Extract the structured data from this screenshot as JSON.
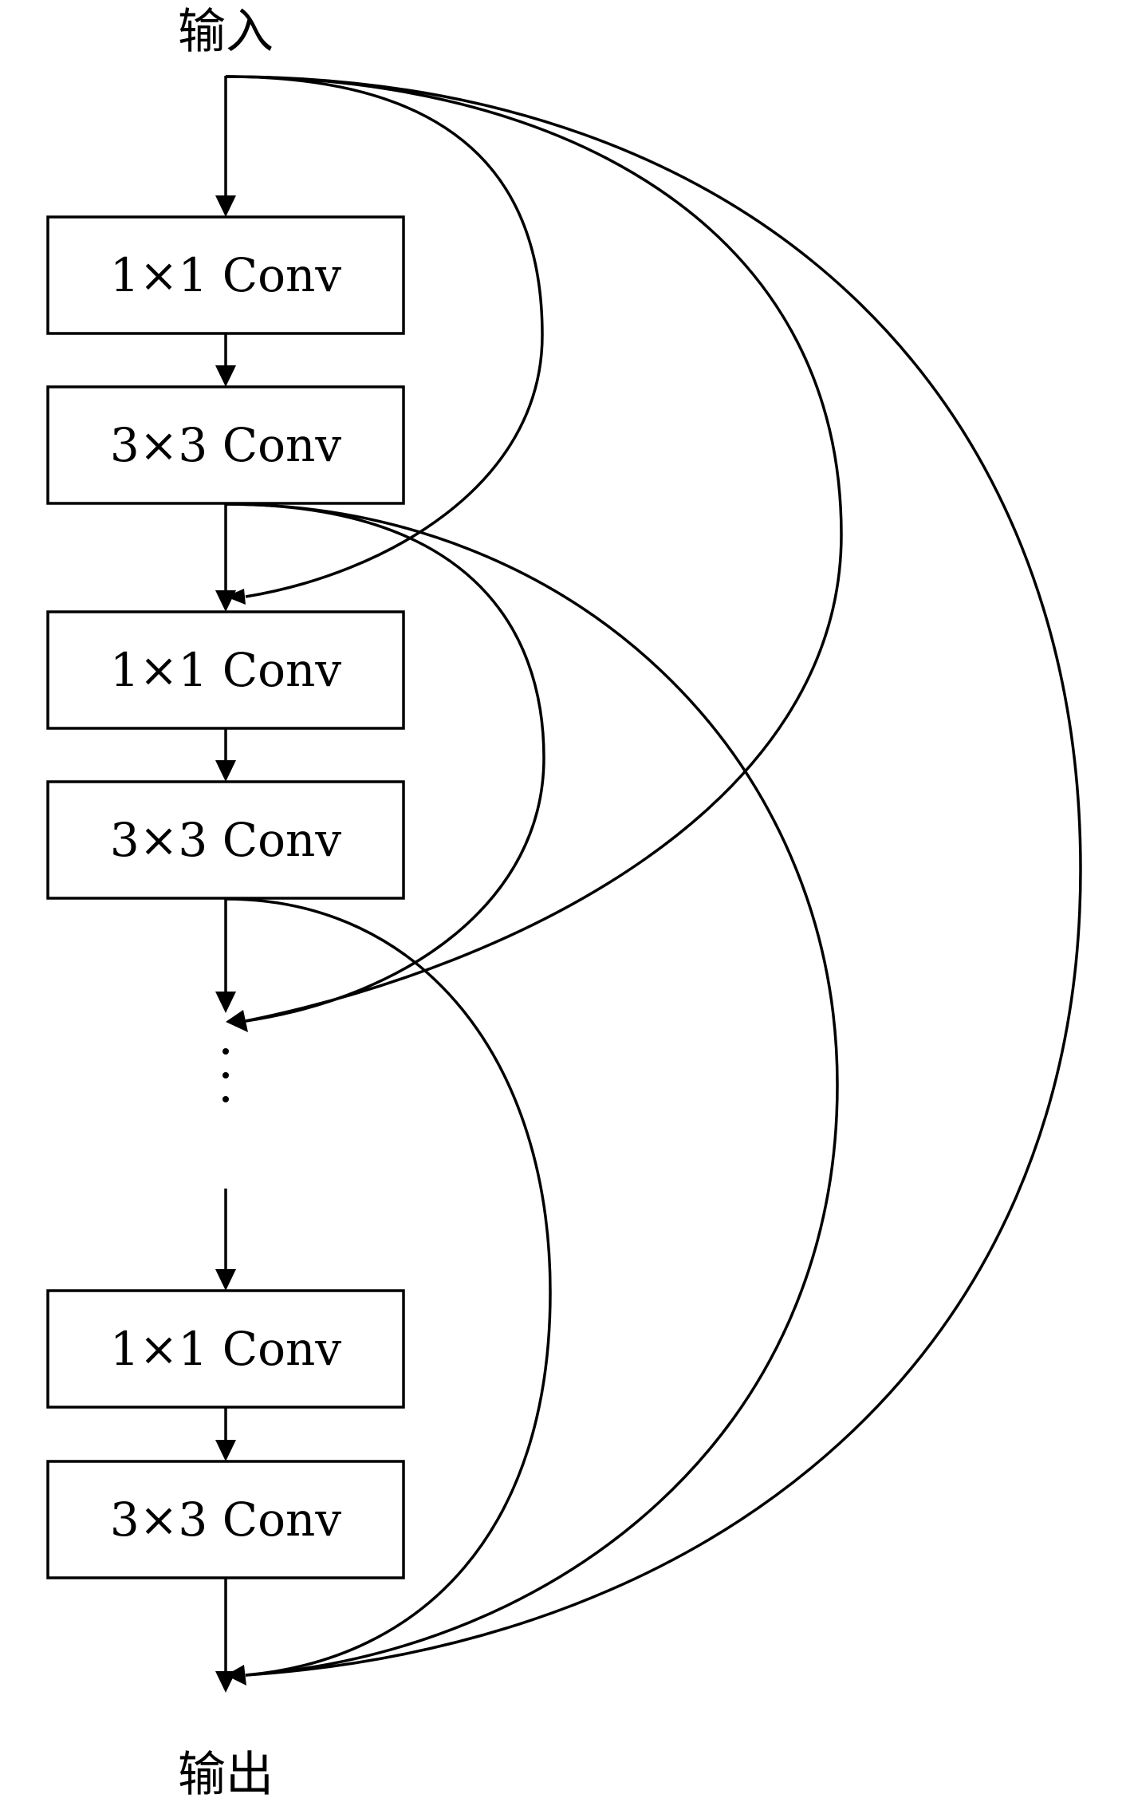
{
  "diagram": {
    "input_label": "输入",
    "output_label": "输出",
    "blocks": [
      {
        "label": "1×1 Conv"
      },
      {
        "label": "3×3 Conv"
      },
      {
        "label": "1×1 Conv"
      },
      {
        "label": "3×3 Conv"
      },
      {
        "label": "1×1 Conv"
      },
      {
        "label": "3×3 Conv"
      }
    ],
    "colors": {
      "stroke": "#000000",
      "background": "#ffffff"
    }
  }
}
